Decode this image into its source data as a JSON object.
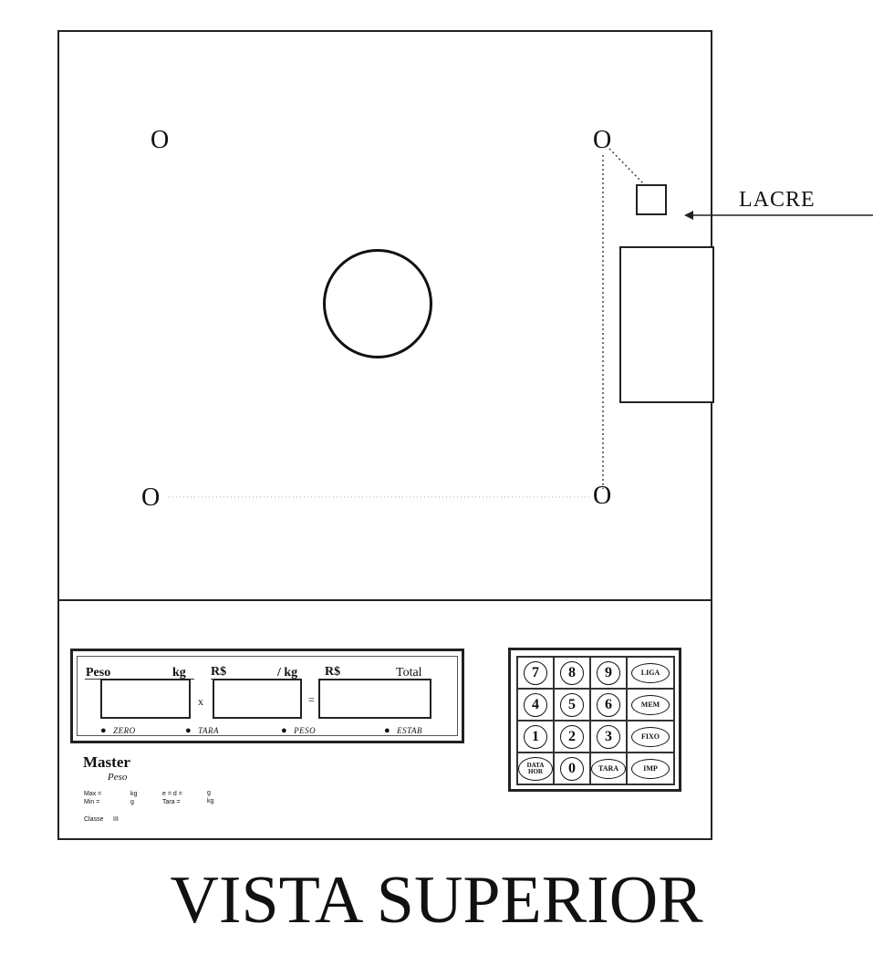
{
  "scale": {
    "screws": [
      "O",
      "O",
      "O",
      "O"
    ],
    "lacre_label": "LACRE"
  },
  "display": {
    "headers": {
      "weight_label": "Peso",
      "weight_unit": "kg",
      "price_currency": "R$",
      "price_unit": "/ kg",
      "total_currency": "R$",
      "total_label": "Total"
    },
    "operators": {
      "times": "x",
      "equals": "="
    },
    "indicators": [
      "ZERO",
      "TARA",
      "PESO",
      "ESTAB"
    ]
  },
  "keypad": {
    "keys": [
      "7",
      "8",
      "9",
      "LIGA",
      "4",
      "5",
      "6",
      "MEM",
      "1",
      "2",
      "3",
      "FIXO",
      "DATA HOR",
      "0",
      "TARA",
      "IMP"
    ]
  },
  "brand": {
    "name": "Master",
    "model": "Peso",
    "spec_left_1": "Max =",
    "spec_left_1_unit": "kg",
    "spec_left_2": "Min =",
    "spec_left_2_unit": "g",
    "spec_mid_1": "e = d =",
    "spec_mid_2": "Tara =",
    "spec_right_1": "g",
    "spec_right_2": "kg",
    "class_label": "Classe",
    "class_value": "III"
  },
  "title": "VISTA SUPERIOR"
}
